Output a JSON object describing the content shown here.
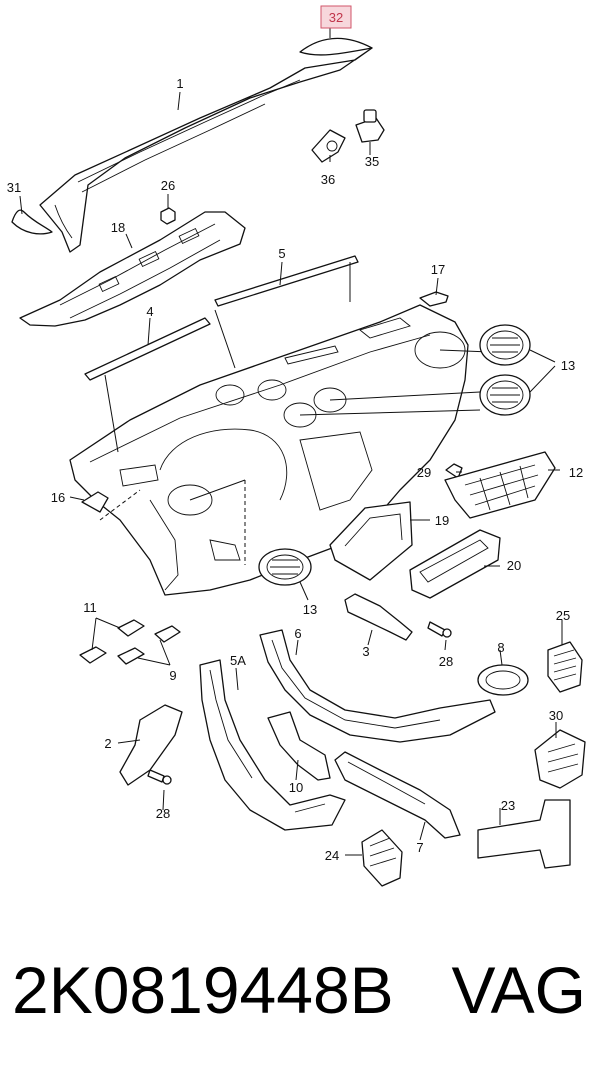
{
  "callouts": {
    "c1": "1",
    "c2": "2",
    "c4": "4",
    "c5": "5",
    "c5a": "5A",
    "c6": "6",
    "c8": "8",
    "c9": "9",
    "c10": "10",
    "c11": "11",
    "c12": "12",
    "c13a": "13",
    "c13b": "13",
    "c16": "16",
    "c17": "17",
    "c18": "18",
    "c19": "19",
    "c20": "20",
    "c23": "23",
    "c24": "24",
    "c25": "25",
    "c26": "26",
    "c28a": "28",
    "c28b": "28",
    "c29": "29",
    "c30": "30",
    "c31": "31",
    "c32": "32",
    "c35": "35",
    "c36": "36",
    "c3": "3",
    "c7": "7"
  },
  "highlighted_callout": "32",
  "colors": {
    "highlight_fill": "#f7d7dc",
    "highlight_stroke": "#d2566a",
    "line": "#111111"
  },
  "footer": {
    "part_number": "2K0819448B",
    "brand": "VAG"
  }
}
